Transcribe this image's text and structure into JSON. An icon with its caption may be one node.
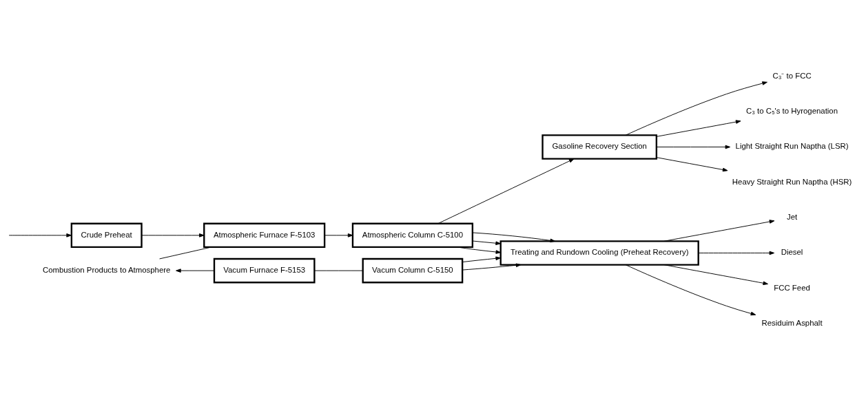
{
  "diagram": {
    "nodes": [
      {
        "text": [
          "Crude Preheat"
        ]
      },
      {
        "text": [
          "Atmospheric Furnace F-5103"
        ]
      },
      {
        "text": [
          "Atmospheric Column C-5100"
        ]
      },
      {
        "text": [
          "Gasoline Recovery Section"
        ]
      },
      {
        "text": [
          "Vacum Furnace F-5153"
        ]
      },
      {
        "text": [
          "Vacum Column C-5150"
        ]
      },
      {
        "text": [
          "Treating and Rundown Cooling (Preheat Recovery)"
        ]
      },
      {
        "text": [
          "Combustion Products to Atmosphere"
        ]
      },
      {
        "text": [
          "C₃⁻ to FCC"
        ]
      },
      {
        "text": [
          "C₃ to C₅'s to Hyrogenation"
        ]
      },
      {
        "text": [
          "Light Straight Run Naptha (LSR)"
        ]
      },
      {
        "text": [
          "Heavy Straight Run Naptha (HSR)"
        ]
      },
      {
        "text": [
          "Jet"
        ]
      },
      {
        "text": [
          "Diesel"
        ]
      },
      {
        "text": [
          "FCC Feed"
        ]
      },
      {
        "text": [
          "Residuim Asphalt"
        ]
      }
    ],
    "edges": [
      {
        "from": null,
        "to": 0,
        "arrow": "to"
      },
      {
        "from": 0,
        "to": 1,
        "arrow": "to"
      },
      {
        "from": 1,
        "to": 2,
        "arrow": "to"
      },
      {
        "from": 1,
        "to": 7,
        "arrow": "none"
      },
      {
        "from": 4,
        "to": 7,
        "arrow": "to"
      },
      {
        "from": 2,
        "to": 3,
        "arrow": "to"
      },
      {
        "from": 3,
        "to": 8,
        "arrow": "to"
      },
      {
        "from": 3,
        "to": 9,
        "arrow": "to"
      },
      {
        "from": 3,
        "to": 10,
        "arrow": "to"
      },
      {
        "from": 3,
        "to": 11,
        "arrow": "to"
      },
      {
        "from": 2,
        "to": 6,
        "arrow": "to"
      },
      {
        "from": 2,
        "to": 6,
        "arrow": "to"
      },
      {
        "from": 2,
        "to": 6,
        "arrow": "to"
      },
      {
        "from": 4,
        "to": 5,
        "arrow": "none"
      },
      {
        "from": 5,
        "to": 6,
        "arrow": "to"
      },
      {
        "from": 5,
        "to": 6,
        "arrow": "to"
      },
      {
        "from": 6,
        "to": 12,
        "arrow": "to"
      },
      {
        "from": 6,
        "to": 13,
        "arrow": "to"
      },
      {
        "from": 6,
        "to": 14,
        "arrow": "to"
      },
      {
        "from": 6,
        "to": 15,
        "arrow": "to"
      }
    ]
  }
}
